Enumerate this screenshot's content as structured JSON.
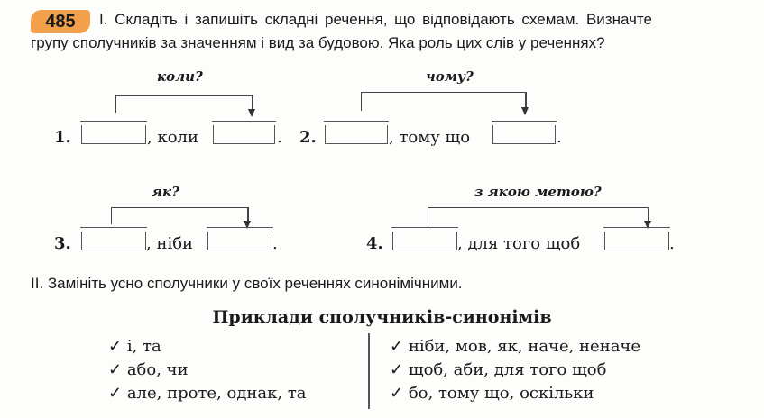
{
  "exercise": {
    "number": "485",
    "task1": "І. Складіть і запишіть складні речення, що відповідають схемам. Визначте",
    "task1_line2": "групу сполучників за значенням і вид за будовою. Яка роль цих слів у реченнях?",
    "task2": "ІІ. Замініть усно сполучники у своїх реченнях синонімічними."
  },
  "schemes": [
    {
      "num": "1.",
      "conj": ", коли",
      "question": "коли?"
    },
    {
      "num": "2.",
      "conj": ", тому що",
      "question": "чому?"
    },
    {
      "num": "3.",
      "conj": ", ніби",
      "question": "як?"
    },
    {
      "num": "4.",
      "conj": ", для того щоб",
      "question": "з якою метою?"
    }
  ],
  "period": ".",
  "synonyms": {
    "title": "Приклади сполучників-синонімів",
    "left": [
      "і, та",
      "або, чи",
      "але, проте, однак, та"
    ],
    "right": [
      "ніби, мов, як, наче, неначе",
      "щоб, аби, для того щоб",
      "бо, тому що, оскільки"
    ],
    "check": "✓"
  },
  "colors": {
    "badge": "#f4a04a"
  }
}
